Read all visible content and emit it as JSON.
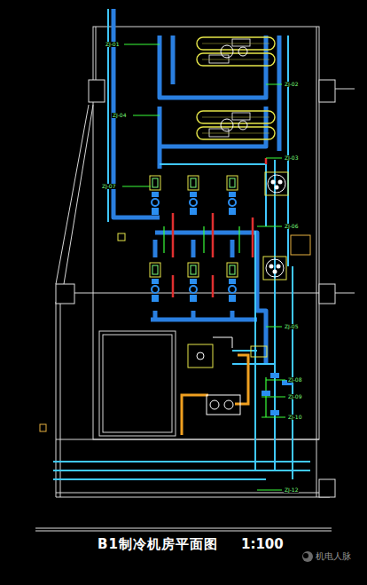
{
  "diagram": {
    "title": "B1制冷机房平面图",
    "labels": [
      "ZJ-01",
      "ZJ-02",
      "ZJ-04",
      "ZJ-03",
      "ZJ-07",
      "ZJ-06",
      "ZJ-05",
      "ZJ-08",
      "ZJ-09",
      "ZJ-10",
      "ZJ-12",
      "1:100",
      "机电人脉"
    ]
  }
}
